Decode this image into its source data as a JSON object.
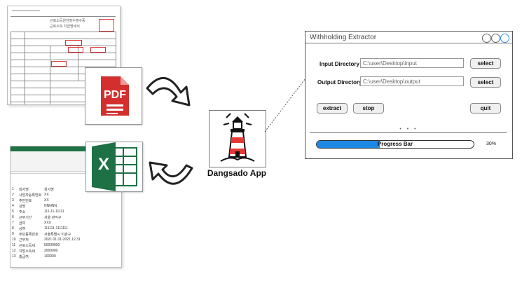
{
  "app": {
    "name": "Dangsado App"
  },
  "pdf_icon": {
    "label": "PDF",
    "color": "#d32f2f"
  },
  "excel_icon": {
    "label": "X",
    "color": "#1e7145"
  },
  "form_doc": {
    "lines": [
      "근로소득원천징수영수증",
      "근로소득 지급명세서"
    ]
  },
  "spreadsheet": {
    "rows": [
      [
        "회사명",
        "회사명"
      ],
      [
        "사업자등록번호",
        "XX"
      ],
      [
        "주민번호",
        "XX"
      ],
      [
        "성명",
        "NNNNN"
      ],
      [
        "주소",
        "111-11-11111"
      ],
      [
        "근무기간",
        "서울 관악구"
      ],
      [
        "급여",
        "XXX"
      ],
      [
        "상여",
        "111111-1111111"
      ],
      [
        "주민등록번호",
        "서울특별시 이촌구"
      ],
      [
        "근무처",
        "2021.01.01-2021.12.31"
      ],
      [
        "근로소득세",
        "50000000"
      ],
      [
        "지방소득세",
        "2000000"
      ],
      [
        "총급여",
        "100000"
      ]
    ]
  },
  "window": {
    "title": "Withholding Extractor",
    "input_label": "Input Directory",
    "input_value": "C:\\user\\Desktop\\input",
    "output_label": "Output Directory",
    "output_value": "C:\\user\\Desktop\\output",
    "select_label": "select",
    "extract_label": "extract",
    "stop_label": "stop",
    "quit_label": "quit",
    "dots": "• • •",
    "progress_label": "Progress Bar",
    "progress_value": 0.3,
    "progress_text": "30%",
    "accent": "#1e88e5"
  }
}
